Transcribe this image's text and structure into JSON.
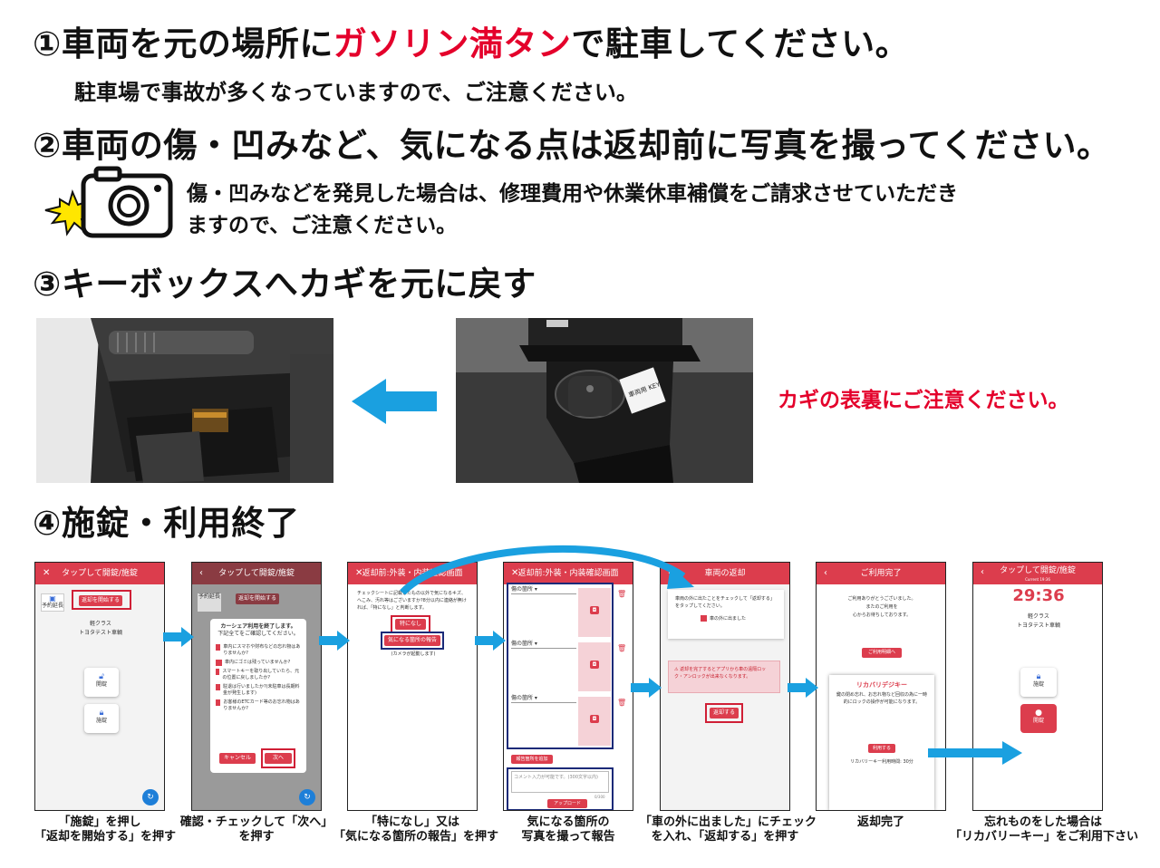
{
  "step1": {
    "title_pre": "①車両を元の場所に",
    "title_red": "ガソリン満タン",
    "title_post": "で駐車してください。",
    "sub": "駐車場で事故が多くなっていますので、ご注意ください。"
  },
  "step2": {
    "title": "②車両の傷・凹みなど、気になる点は返却前に写真を撮ってください。",
    "line1": "傷・凹みなどを発見した場合は、修理費用や休業休車補償をご請求させていただき",
    "line2": "ますので、ご注意ください。"
  },
  "step3": {
    "title": "③キーボックスへカギを元に戻す",
    "note": "カギの表裏にご注意ください。",
    "key_label": "車両用 KEY"
  },
  "step4": {
    "title": "④施錠・利用終了"
  },
  "screens": [
    {
      "header": "タップして開錠/施錠",
      "reserve_label": "予約延長",
      "start_return": "返却を開始する",
      "car_class": "軽クラス",
      "car_name": "トヨタテスト車輌",
      "unlock": "開錠",
      "lock": "施錠"
    },
    {
      "header": "タップして開錠/施錠",
      "reserve_label": "予約延長",
      "start_return": "返却を開始する",
      "dialog_title": "カーシェア利用を終了します。",
      "dialog_sub": "下記全てをご確認してください。",
      "checks": [
        "車内にスマホや財布などの忘れ物はありませんか?",
        "車内にゴミは残っていませんか?",
        "スマートキーを取り出していたら、元の位置に戻しましたか?",
        "駐退は行いましたか?(未駐車は長期料金が発生します)",
        "お客様のETCカード等のお忘れ物はありませんか?"
      ],
      "cancel": "キャンセル",
      "next": "次へ"
    },
    {
      "header": "返却前:外装・内装確認画面",
      "intro": "チェックシートに記載したもの以外で気になるキズ、へこみ、汚れ等はございますか?8分以内に連絡が無ければ、「特になし」と判断します。",
      "none": "特になし",
      "report": "気になる箇所の報告",
      "note": "(カメラが起動します)"
    },
    {
      "header": "返却前:外装・内装確認画面",
      "damage_label": "傷の箇所",
      "add_label": "報告箇所を追加",
      "comment_placeholder": "コメント入力が可能です。(300文字以内)",
      "counter": "0/300",
      "upload": "アップロード"
    },
    {
      "header": "車両の返却",
      "confirm_text": "車両の外に出たことをチェックして「返却する」をタップしてください。",
      "check_label": "車の外に出ました",
      "warning": "返却を完了するとアプリから車の遠隔ロック・アンロックが出来なくなります。",
      "return_btn": "返却する"
    },
    {
      "header": "ご利用完了",
      "thanks": "ご利用ありがとうございました。",
      "again": "またのご利用を",
      "wait": "心からお待ちしております。",
      "history_btn": "ご利用明細へ",
      "recovery_title": "リカバリデジキー",
      "recovery_text": "鍵の閉め忘れ、お忘れ物など回収の為に一時的にロックの操作が可能になります。",
      "recovery_use": "利用する",
      "recovery_time": "リカバリーキー利用時間: 30分"
    },
    {
      "header": "タップして開錠/施錠",
      "header_sub": "Current 19:36",
      "timer": "29:36",
      "car_class": "軽クラス",
      "car_name": "トヨタテスト車輌",
      "lock": "施錠",
      "unlock": "開錠"
    }
  ],
  "captions": [
    {
      "l1": "「施錠」を押し",
      "l2": "「返却を開始する」を押す"
    },
    {
      "l1": "確認・チェックして「次へ」",
      "l2": "を押す"
    },
    {
      "l1": "「特になし」又は",
      "l2": "「気になる箇所の報告」を押す"
    },
    {
      "l1": "気になる箇所の",
      "l2": "写真を撮って報告"
    },
    {
      "l1": "「車の外に出ました」にチェック",
      "l2": "を入れ、「返却する」を押す"
    },
    {
      "l1": "返却完了",
      "l2": ""
    },
    {
      "l1": "忘れものをした場合は",
      "l2": "「リカバリーキー」をご利用下さい"
    }
  ],
  "colors": {
    "red": "#e4002b",
    "app_red": "#dc3d4d",
    "arrow_blue": "#1aa0e0",
    "navy": "#1b2a78"
  }
}
